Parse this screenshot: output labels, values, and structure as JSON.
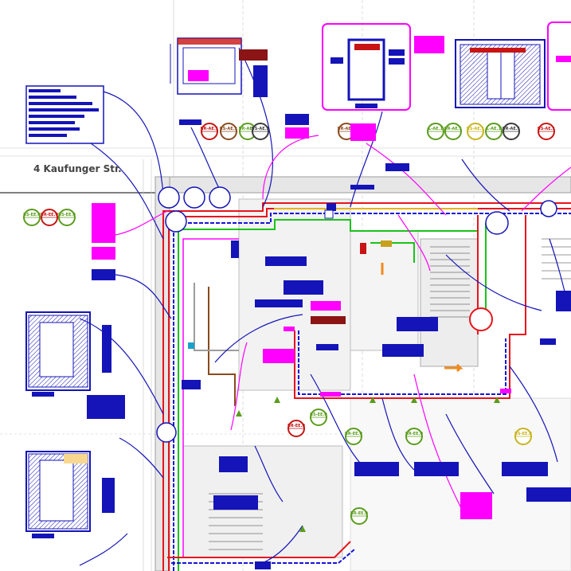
{
  "street_label": "4 Kaufunger Str.",
  "label_color_blue": "#1414b8",
  "label_color_magenta": "#ff00ff",
  "pipe_colors": {
    "red": "#e8141c",
    "blue": "#1414d8",
    "green": "#19c419",
    "magenta": "#ff00ff",
    "orange": "#f08a1c",
    "brown": "#8b4a1c",
    "yellow": "#e8e81c",
    "gray": "#9c9c9c"
  },
  "circle_tags_top": [
    {
      "code": "BR-AE.1",
      "color": "#c81414"
    },
    {
      "code": "BS-AE.1",
      "color": "#8b4a1c"
    },
    {
      "code": "BR-AE.1",
      "color": "#5a9c1c"
    },
    {
      "code": "BS-AE.1",
      "color": "#3c3c3c"
    },
    {
      "code": "BR-AE.1",
      "color": "#8b4a1c"
    },
    {
      "code": "L-AE.1",
      "color": "#5a9c1c"
    },
    {
      "code": "BR-AE.1",
      "color": "#5a9c1c"
    },
    {
      "code": "BS-AE.1",
      "color": "#c8b41c"
    },
    {
      "code": "L-AE.1",
      "color": "#5a9c1c"
    },
    {
      "code": "BR-AE.1",
      "color": "#3c3c3c"
    },
    {
      "code": "BS-AE.1",
      "color": "#c81414"
    }
  ],
  "circle_tags_left": [
    {
      "code": "BS-EE.0",
      "color": "#5a9c1c"
    },
    {
      "code": "BR-EE.0",
      "color": "#c81414"
    },
    {
      "code": "BS-EE.0",
      "color": "#5a9c1c"
    }
  ],
  "circle_tags_bottom": [
    {
      "code": "BR-EE.0",
      "color": "#c81414"
    },
    {
      "code": "BS-EE.0",
      "color": "#5a9c1c"
    },
    {
      "code": "BR-EE.0",
      "color": "#5a9c1c"
    },
    {
      "code": "BR-EE.0",
      "color": "#5a9c1c"
    },
    {
      "code": "BS-EE.0",
      "color": "#c8b41c"
    },
    {
      "code": "BR-EE.0",
      "color": "#5a9c1c"
    }
  ]
}
